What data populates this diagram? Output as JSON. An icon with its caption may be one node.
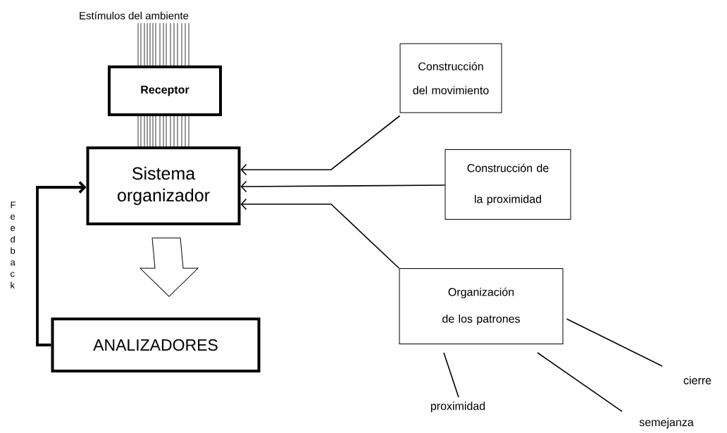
{
  "diagram": {
    "nodes": [
      {
        "text": [
          "Estímulos del ambiente"
        ]
      },
      {
        "text": [
          "Receptor"
        ]
      },
      {
        "text": [
          "Sistema organizador"
        ]
      },
      {
        "text": [
          "ANALIZADORES"
        ]
      },
      {
        "text": [
          "Construcción del movimiento"
        ]
      },
      {
        "text": [
          "Construcción de la proximidad"
        ]
      },
      {
        "text": [
          "Organización de los patrones"
        ]
      },
      {
        "text": [
          "proximidad"
        ]
      },
      {
        "text": [
          "semejanza"
        ]
      },
      {
        "text": [
          "cierre"
        ]
      }
    ],
    "edges": [
      {
        "from": 0,
        "to": 1,
        "arrow": "none"
      },
      {
        "from": 1,
        "to": 2,
        "arrow": "none"
      },
      {
        "from": 2,
        "to": 3,
        "arrow": "to"
      },
      {
        "from": 3,
        "to": 2,
        "arrow": "to",
        "style": "thick"
      },
      {
        "from": 4,
        "to": 2,
        "arrow": "to"
      },
      {
        "from": 5,
        "to": 2,
        "arrow": "to"
      },
      {
        "from": 6,
        "to": 2,
        "arrow": "to"
      },
      {
        "from": 6,
        "to": 7,
        "arrow": "none"
      },
      {
        "from": 6,
        "to": 8,
        "arrow": "none"
      },
      {
        "from": 6,
        "to": 9,
        "arrow": "none"
      }
    ],
    "labels": [
      "Feedback"
    ]
  }
}
